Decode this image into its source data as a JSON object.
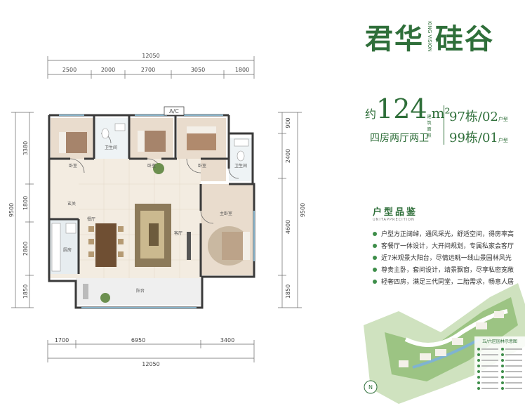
{
  "brand": {
    "logo_left": "君华",
    "logo_sub": "KING VISION",
    "logo_right": "硅谷"
  },
  "unit": {
    "prefix": "约",
    "area": "124",
    "unit": "m²",
    "area_note": "建筑面积",
    "layout": "四房两厅两卫",
    "building_a": "97栋/02",
    "building_a_suffix": "户型",
    "building_b": "99栋/01",
    "building_b_suffix": "户型"
  },
  "features": {
    "title": "户型品鉴",
    "subtitle": "UNITAPPRECITION",
    "items": [
      "户型方正阔绰，通风采光，舒适空间，得房率高",
      "客餐厅一体设计，大开间规划，专属私家会客厅",
      "近7米观景大阳台，尽情远眺一线山景园林风光",
      "尊贵主卧，套间设计，靖景飘窗，尽享私密宽敞",
      "轻奢四房，满足三代同堂，二胎需求，畅意人居"
    ]
  },
  "dimensions": {
    "top_total": "12050",
    "top_segments": [
      "2500",
      "2000",
      "2700",
      "3050",
      "1800"
    ],
    "bottom_total": "12050",
    "bottom_segments": [
      "1700",
      "6950",
      "3400"
    ],
    "left_total": "9500",
    "left_segments": [
      "3380",
      "1800",
      "2800",
      "1850"
    ],
    "right_total": "9500",
    "right_segments": [
      "900",
      "2400",
      "4600",
      "1850"
    ]
  },
  "rooms": {
    "bedroom1": "卧室",
    "bedroom2": "卧室",
    "bedroom3": "卧室",
    "master": "主卧室",
    "bath1": "卫生间",
    "bath2": "卫生间",
    "entry": "玄关",
    "dining": "餐厅",
    "living": "客厅",
    "kitchen": "厨房",
    "balcony": "阳台",
    "ac": "A/C"
  },
  "map": {
    "legend_title": "五/六区园林示意图",
    "compass": "N"
  }
}
